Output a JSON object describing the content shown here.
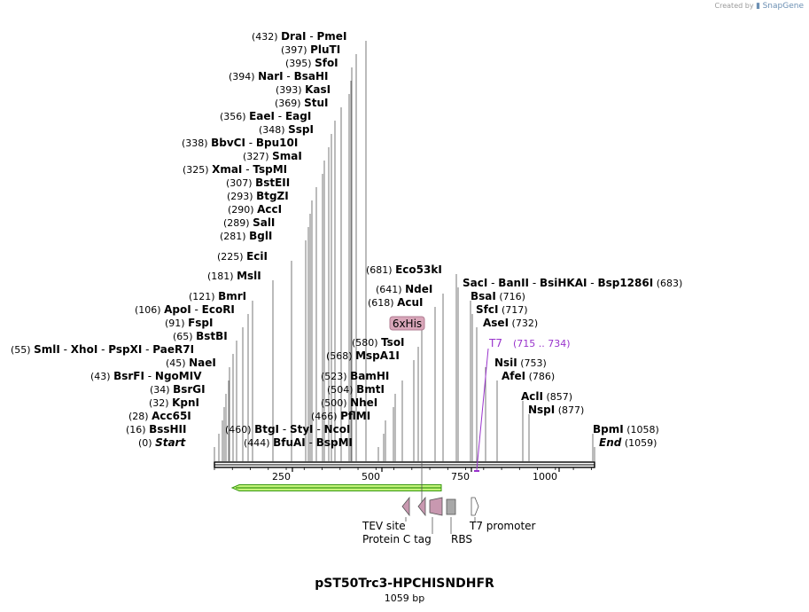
{
  "credit": {
    "created_by": "Created by",
    "brand": "SnapGene"
  },
  "title": "pST50Trc3-HPCHISNDHFR",
  "subtitle": "1059 bp",
  "colors": {
    "line": "#555555",
    "text": "#000000",
    "t7_primer": "#9933cc",
    "orf_fill": "#c3f27a",
    "orf_stroke": "#3a9a12",
    "his_tag_fill": "#d9a6b9",
    "feature_fill": "#c898b0",
    "rbs_fill": "#a8a8a8"
  },
  "ruler": {
    "ticks": [
      "250",
      "500",
      "750",
      "1000"
    ]
  },
  "sites": [
    {
      "pos": "(432)",
      "names": [
        "DraI",
        "PmeI"
      ]
    },
    {
      "pos": "(397)",
      "names": [
        "PluTI"
      ]
    },
    {
      "pos": "(395)",
      "names": [
        "SfoI"
      ]
    },
    {
      "pos": "(394)",
      "names": [
        "NarI",
        "BsaHI"
      ]
    },
    {
      "pos": "(393)",
      "names": [
        "KasI"
      ]
    },
    {
      "pos": "(369)",
      "names": [
        "StuI"
      ]
    },
    {
      "pos": "(356)",
      "names": [
        "EaeI",
        "EagI"
      ]
    },
    {
      "pos": "(348)",
      "names": [
        "SspI"
      ]
    },
    {
      "pos": "(338)",
      "names": [
        "BbvCI",
        "Bpu10I"
      ]
    },
    {
      "pos": "(327)",
      "names": [
        "SmaI"
      ]
    },
    {
      "pos": "(325)",
      "names": [
        "XmaI",
        "TspMI"
      ]
    },
    {
      "pos": "(307)",
      "names": [
        "BstEII"
      ]
    },
    {
      "pos": "(293)",
      "names": [
        "BtgZI"
      ]
    },
    {
      "pos": "(290)",
      "names": [
        "AccI"
      ]
    },
    {
      "pos": "(289)",
      "names": [
        "SalI"
      ]
    },
    {
      "pos": "(281)",
      "names": [
        "BglI"
      ]
    },
    {
      "pos": "(225)",
      "names": [
        "EciI"
      ]
    },
    {
      "pos": "(181)",
      "names": [
        "MslI"
      ]
    },
    {
      "pos": "(121)",
      "names": [
        "BmrI"
      ]
    },
    {
      "pos": "(106)",
      "names": [
        "ApoI",
        "EcoRI"
      ]
    },
    {
      "pos": "(91)",
      "names": [
        "FspI"
      ]
    },
    {
      "pos": "(65)",
      "names": [
        "BstBI"
      ]
    },
    {
      "pos": "(55)",
      "names": [
        "SmlI",
        "XhoI",
        "PspXI",
        "PaeR7I"
      ]
    },
    {
      "pos": "(45)",
      "names": [
        "NaeI"
      ]
    },
    {
      "pos": "(43)",
      "names": [
        "BsrFI",
        "NgoMIV"
      ]
    },
    {
      "pos": "(34)",
      "names": [
        "BsrGI"
      ]
    },
    {
      "pos": "(32)",
      "names": [
        "KpnI"
      ]
    },
    {
      "pos": "(28)",
      "names": [
        "Acc65I"
      ]
    },
    {
      "pos": "(16)",
      "names": [
        "BssHII"
      ]
    },
    {
      "pos": "(0)",
      "names": [
        "Start"
      ]
    },
    {
      "pos": "(460)",
      "names": [
        "BtgI",
        "StyI",
        "NcoI"
      ]
    },
    {
      "pos": "(444)",
      "names": [
        "BfuAI",
        "BspMI"
      ]
    },
    {
      "pos": "(466)",
      "names": [
        "PflMI"
      ]
    },
    {
      "pos": "(500)",
      "names": [
        "NheI"
      ]
    },
    {
      "pos": "(504)",
      "names": [
        "BmtI"
      ]
    },
    {
      "pos": "(523)",
      "names": [
        "BamHI"
      ]
    },
    {
      "pos": "(568)",
      "names": [
        "MspA1I"
      ]
    },
    {
      "pos": "(580)",
      "names": [
        "TsoI"
      ]
    },
    {
      "pos": "(618)",
      "names": [
        "AcuI"
      ]
    },
    {
      "pos": "(641)",
      "names": [
        "NdeI"
      ]
    },
    {
      "pos": "(681)",
      "names": [
        "Eco53kI"
      ]
    },
    {
      "pos": "(683)",
      "names": [
        "SacI",
        "BanII",
        "BsiHKAI",
        "Bsp1286I"
      ]
    },
    {
      "pos": "(716)",
      "names": [
        "BsaI"
      ]
    },
    {
      "pos": "(717)",
      "names": [
        "SfcI"
      ]
    },
    {
      "pos": "(732)",
      "names": [
        "AseI"
      ]
    },
    {
      "pos": "(753)",
      "names": [
        "NsiI"
      ]
    },
    {
      "pos": "(786)",
      "names": [
        "AfeI"
      ]
    },
    {
      "pos": "(857)",
      "names": [
        "AclI"
      ]
    },
    {
      "pos": "(877)",
      "names": [
        "NspI"
      ]
    },
    {
      "pos": "(1058)",
      "names": [
        "BpmI"
      ]
    },
    {
      "pos": "(1059)",
      "names": [
        "End"
      ]
    }
  ],
  "primer": {
    "name": "T7",
    "range": "(715 .. 734)"
  },
  "features": {
    "his_tag": "6xHis",
    "tev": "TEV site",
    "protein_c": "Protein C tag",
    "rbs": "RBS",
    "t7_promoter": "T7 promoter"
  }
}
